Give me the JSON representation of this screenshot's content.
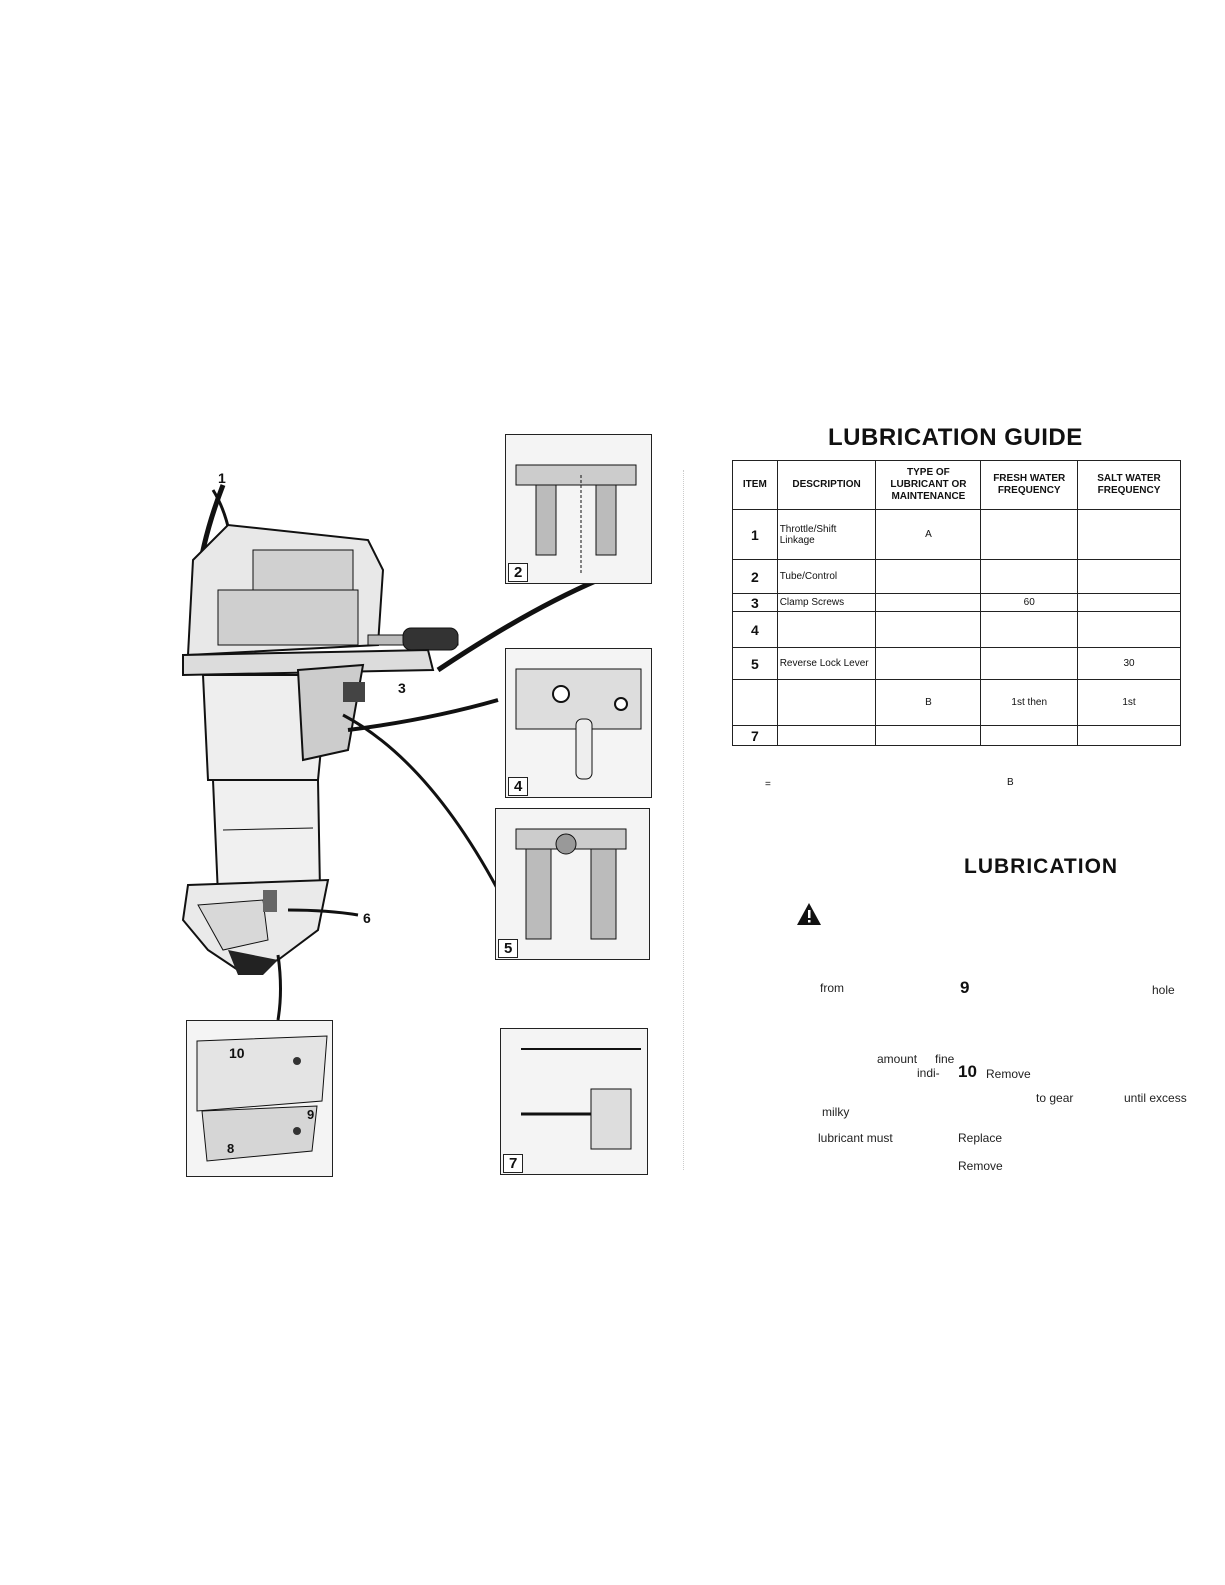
{
  "title": "LUBRICATION GUIDE",
  "table": {
    "headers": {
      "item": "ITEM",
      "description": "DESCRIPTION",
      "lubricant": "TYPE OF LUBRICANT OR MAINTENANCE",
      "fresh": "FRESH WATER FREQUENCY",
      "salt": "SALT WATER FREQUENCY"
    },
    "rows": [
      {
        "item": "1",
        "description": "Throttle/Shift Linkage",
        "lubricant": "A",
        "fresh": "",
        "salt": ""
      },
      {
        "item": "2",
        "description": "Tube/Control",
        "lubricant": "",
        "fresh": "",
        "salt": ""
      },
      {
        "item": "3",
        "description": "Clamp Screws",
        "lubricant": "",
        "fresh": "60",
        "salt": ""
      },
      {
        "item": "4",
        "description": "",
        "lubricant": "",
        "fresh": "",
        "salt": ""
      },
      {
        "item": "5",
        "description": "Reverse Lock Lever",
        "lubricant": "",
        "fresh": "",
        "salt": "30"
      },
      {
        "item": "",
        "description": "",
        "lubricant": "B",
        "fresh": "1st then",
        "salt": "1st"
      },
      {
        "item": "7",
        "description": "",
        "lubricant": "",
        "fresh": "",
        "salt": ""
      }
    ]
  },
  "footnote": {
    "eq": "=",
    "b": "B"
  },
  "section_heading": "LUBRICATION",
  "text_fragments": {
    "from": "from",
    "nine": "9",
    "hole": "hole",
    "amount": "amount",
    "fine": "fine",
    "indi": "indi-",
    "ten": "10",
    "remove1": "Remove",
    "to_gear": "to gear",
    "until_excess": "until excess",
    "milky": "milky",
    "lubricant_must": "lubricant must",
    "replace": "Replace",
    "remove2": "Remove"
  },
  "illustration": {
    "callouts": [
      "1",
      "3",
      "6"
    ],
    "insets": [
      "2",
      "4",
      "5",
      "7"
    ],
    "lower_inset_numbers": [
      "10",
      "9",
      "8"
    ]
  }
}
